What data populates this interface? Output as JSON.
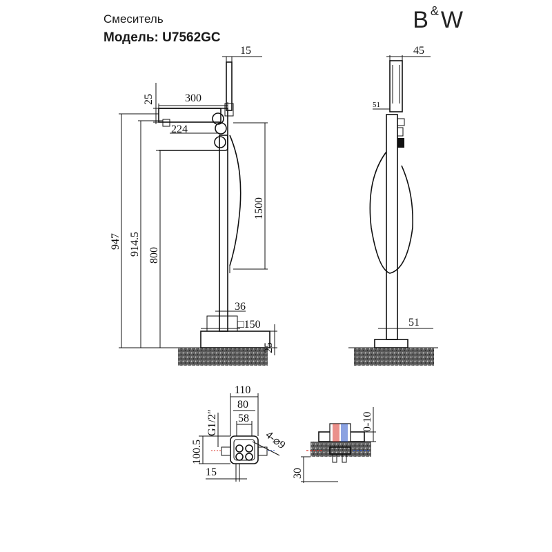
{
  "header": {
    "title": "Смеситель",
    "model": "Модель: U7562GC"
  },
  "brand": {
    "left": "B",
    "amp": "&",
    "right": "W"
  },
  "front_view": {
    "dims": {
      "d15": "15",
      "d300": "300",
      "d25": "25",
      "d224": "224",
      "d947": "947",
      "d9145": "914.5",
      "d800": "800",
      "d1500": "1500",
      "d36": "36",
      "d150": "□150",
      "d25b": "25"
    }
  },
  "side_view": {
    "dims": {
      "d45": "45",
      "d51": "51",
      "d51b": "51"
    }
  },
  "plan_view": {
    "dims": {
      "d110": "110",
      "d80": "80",
      "d58": "58",
      "thread": "G1/2″",
      "d1005": "100.5",
      "holes": "4-⌀9",
      "d15": "15"
    }
  },
  "section_view": {
    "dims": {
      "d010": "0-10",
      "d30": "30"
    }
  },
  "colors": {
    "line": "#111111",
    "hot": "#d9342b",
    "cold": "#2b55c8",
    "ground": "#333333"
  }
}
